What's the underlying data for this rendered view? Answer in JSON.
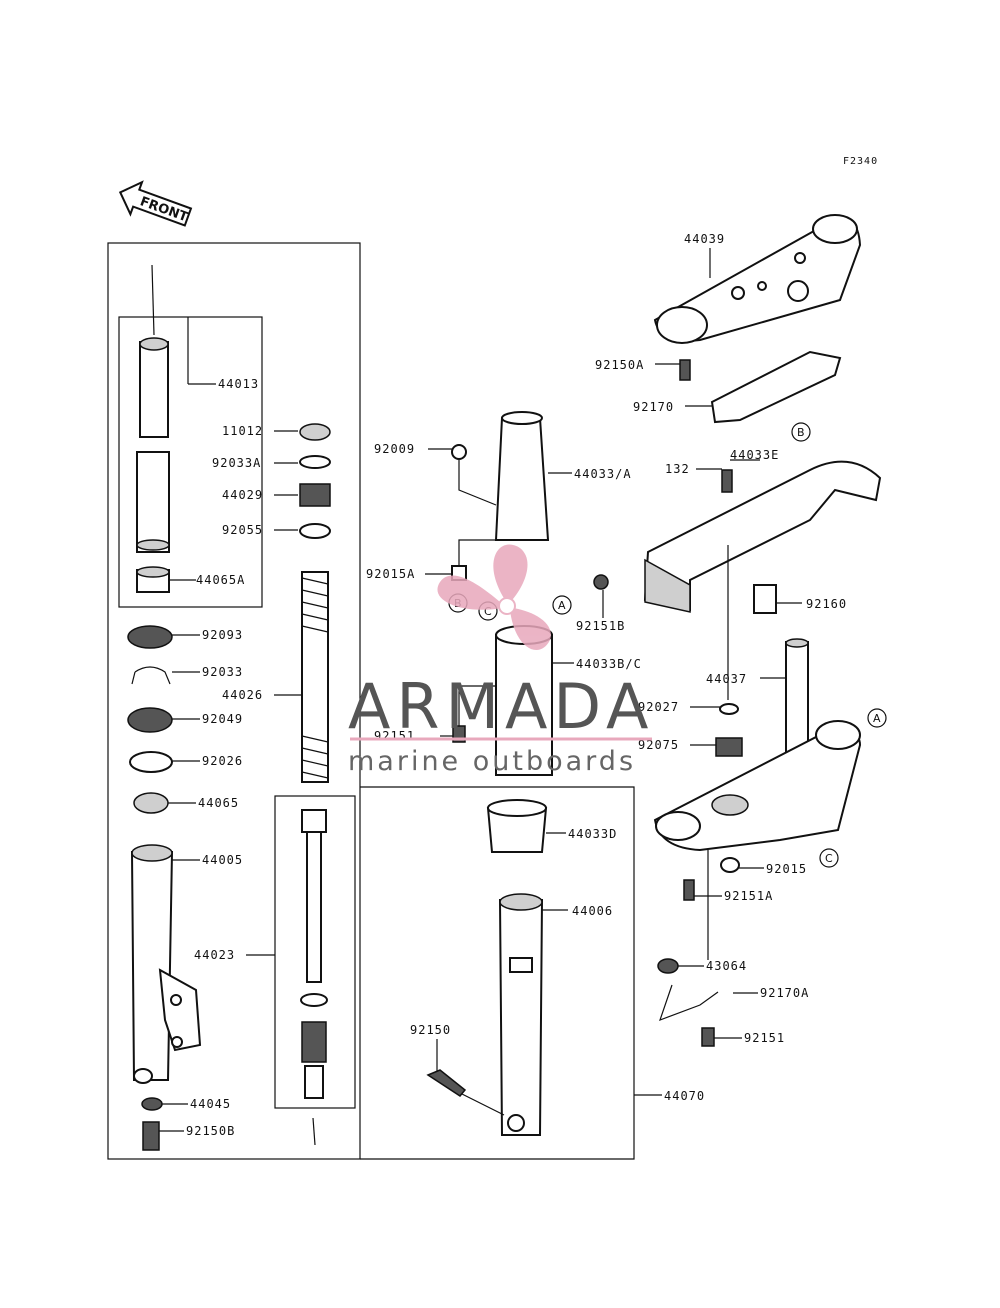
{
  "figure_code": "F2340",
  "front_label": "FRONT",
  "watermark": {
    "brand": "ARMADA",
    "tagline": "marine outboards",
    "color": "#e8a8bc"
  },
  "callouts": {
    "c44013": "44013",
    "c11012": "11012",
    "c92033A": "92033A",
    "c44029": "44029",
    "c92055": "92055",
    "c44065A": "44065A",
    "c92093": "92093",
    "c92033": "92033",
    "c44026": "44026",
    "c92049": "92049",
    "c92026": "92026",
    "c44065": "44065",
    "c44005": "44005",
    "c44023": "44023",
    "c44045": "44045",
    "c92150B": "92150B",
    "c92009": "92009",
    "c44033A": "44033/A",
    "c92015A": "92015A",
    "c92151B": "92151B",
    "c44033BC": "44033B/C",
    "c92151": "92151",
    "c44033D": "44033D",
    "c44006": "44006",
    "c92150": "92150",
    "c44070": "44070",
    "c44039": "44039",
    "c92150A": "92150A",
    "c92170": "92170",
    "c132": "132",
    "c44033E": "44033E",
    "c92160": "92160",
    "c44037": "44037",
    "c92027": "92027",
    "c92075": "92075",
    "c92015": "92015",
    "c92151A": "92151A",
    "c43064": "43064",
    "c92170A": "92170A",
    "c92151b2": "92151"
  },
  "refs": {
    "a": "A",
    "b": "B",
    "c": "C"
  }
}
